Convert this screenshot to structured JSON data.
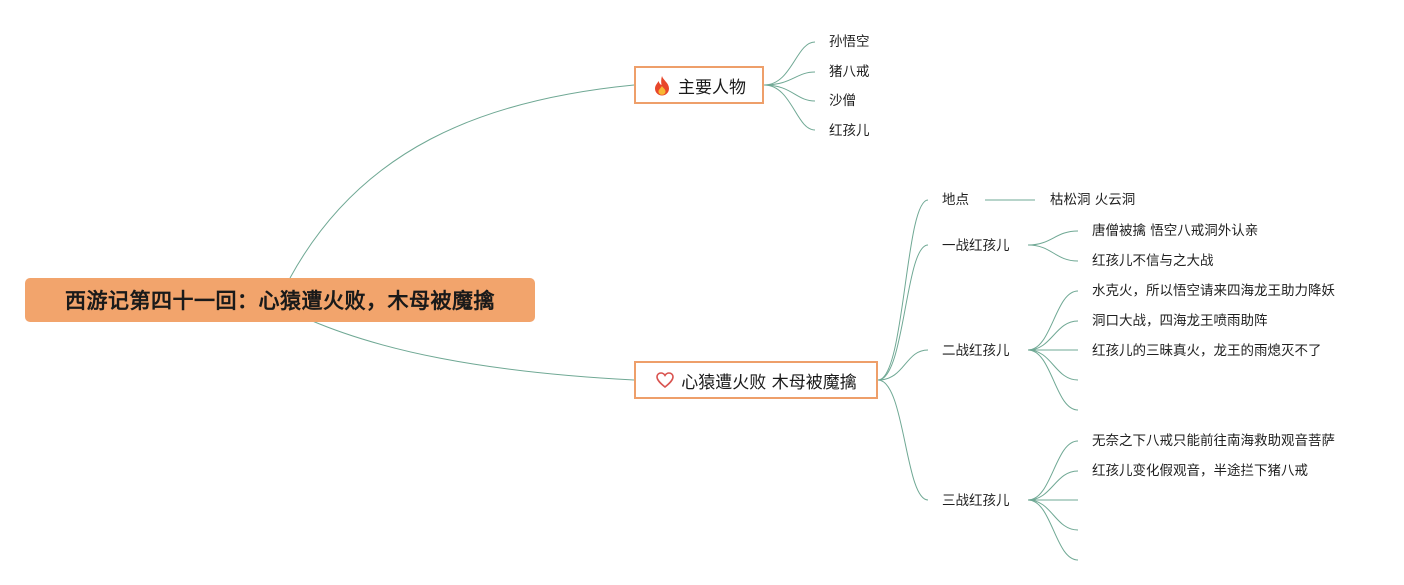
{
  "root": {
    "title": "西游记第四十一回：心猿遭火败，木母被魔擒"
  },
  "branch_characters": {
    "icon": "fire-icon",
    "label": "主要人物",
    "children": [
      "孙悟空",
      "猪八戒",
      "沙僧",
      "红孩儿"
    ]
  },
  "branch_story": {
    "icon": "heart-icon",
    "label": "心猿遭火败 木母被魔擒",
    "location": {
      "label": "地点",
      "value": "枯松洞 火云洞"
    },
    "battle1": {
      "label": "一战红孩儿",
      "children": [
        "唐僧被擒 悟空八戒洞外认亲",
        "红孩儿不信与之大战"
      ]
    },
    "battle2": {
      "label": "二战红孩儿",
      "children": [
        "水克火，所以悟空请来四海龙王助力降妖",
        "洞口大战，四海龙王喷雨助阵",
        "红孩儿的三昧真火，龙王的雨熄灭不了",
        "",
        ""
      ]
    },
    "battle3": {
      "label": "三战红孩儿",
      "children": [
        "无奈之下八戒只能前往南海救助观音菩萨",
        "红孩儿变化假观音，半途拦下猪八戒",
        "",
        "",
        ""
      ]
    }
  },
  "colors": {
    "root_fill": "#f2a46c",
    "branch_border": "#ee9f6a",
    "link": "#6fa894",
    "fire": "#e8472b",
    "heart": "#d9534f"
  }
}
